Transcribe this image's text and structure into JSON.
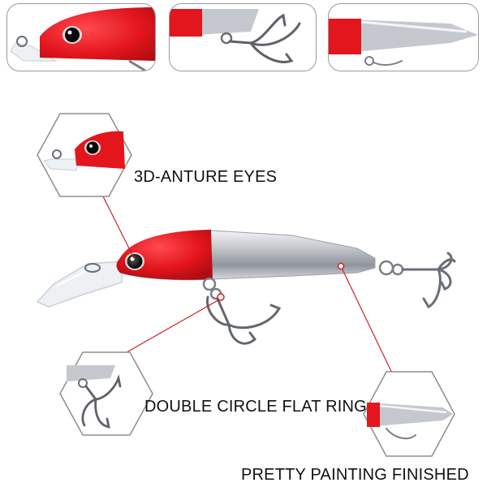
{
  "callouts": {
    "eyes": "3D-ANTURE EYES",
    "ring": "DOUBLE CIRCLE FLAT RING",
    "paint": "PRETTY PAINTING FINISHED"
  },
  "colors": {
    "head_red": "#e3151d",
    "body_silver": "#c9ccd2",
    "pointer_red": "#d31f26",
    "panel_border": "#9a9a9a"
  }
}
